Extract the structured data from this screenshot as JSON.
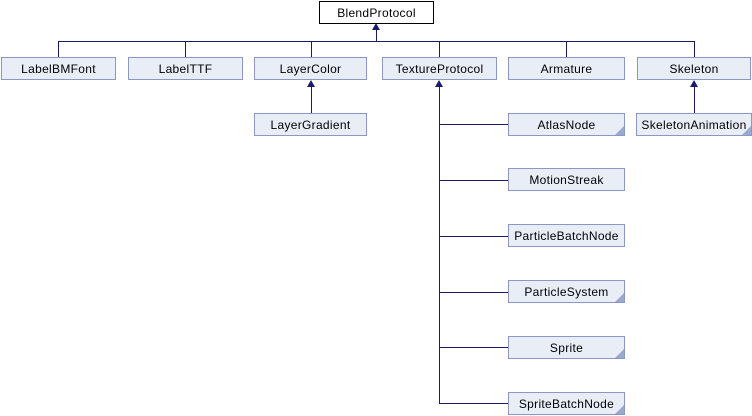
{
  "diagram": {
    "kind": "class-inheritance-graph",
    "root": "BlendProtocol",
    "colors": {
      "edge": "#191970",
      "node_fill": "#e8edf6",
      "node_border": "#8a99c4",
      "root_fill": "#ffffff",
      "root_border": "#000000",
      "fold_marker": "#9aa9cd",
      "text": "#000000",
      "background": "#ffffff"
    },
    "nodes": [
      {
        "label": "BlendProtocol",
        "truncated": false
      },
      {
        "label": "LabelBMFont",
        "truncated": false
      },
      {
        "label": "LabelTTF",
        "truncated": false
      },
      {
        "label": "LayerColor",
        "truncated": false
      },
      {
        "label": "TextureProtocol",
        "truncated": false
      },
      {
        "label": "Armature",
        "truncated": false
      },
      {
        "label": "Skeleton",
        "truncated": false
      },
      {
        "label": "LayerGradient",
        "truncated": false
      },
      {
        "label": "AtlasNode",
        "truncated": true
      },
      {
        "label": "MotionStreak",
        "truncated": false
      },
      {
        "label": "ParticleBatchNode",
        "truncated": false
      },
      {
        "label": "ParticleSystem",
        "truncated": true
      },
      {
        "label": "Sprite",
        "truncated": true
      },
      {
        "label": "SpriteBatchNode",
        "truncated": true
      },
      {
        "label": "SkeletonAnimation",
        "truncated": true
      }
    ],
    "edges": [
      {
        "from": "LabelBMFont",
        "to": "BlendProtocol"
      },
      {
        "from": "LabelTTF",
        "to": "BlendProtocol"
      },
      {
        "from": "LayerColor",
        "to": "BlendProtocol"
      },
      {
        "from": "TextureProtocol",
        "to": "BlendProtocol"
      },
      {
        "from": "Armature",
        "to": "BlendProtocol"
      },
      {
        "from": "Skeleton",
        "to": "BlendProtocol"
      },
      {
        "from": "LayerGradient",
        "to": "LayerColor"
      },
      {
        "from": "AtlasNode",
        "to": "TextureProtocol"
      },
      {
        "from": "MotionStreak",
        "to": "TextureProtocol"
      },
      {
        "from": "ParticleBatchNode",
        "to": "TextureProtocol"
      },
      {
        "from": "ParticleSystem",
        "to": "TextureProtocol"
      },
      {
        "from": "Sprite",
        "to": "TextureProtocol"
      },
      {
        "from": "SpriteBatchNode",
        "to": "TextureProtocol"
      },
      {
        "from": "SkeletonAnimation",
        "to": "Skeleton"
      }
    ]
  }
}
